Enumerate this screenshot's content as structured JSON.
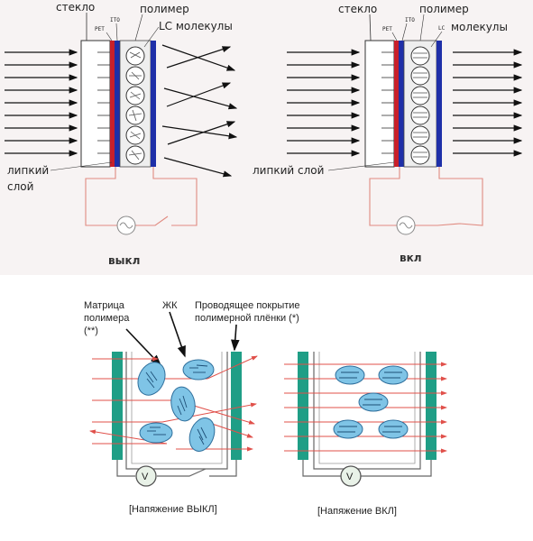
{
  "top": {
    "left": {
      "label_glass": "стекло",
      "label_pet": "PET",
      "label_ito": "ITO",
      "label_polymer": "полимер",
      "label_lc": "LC молекулы",
      "label_adhesive_1": "липкий",
      "label_adhesive_2": "слой",
      "state": "выкл"
    },
    "right": {
      "label_glass": "стекло",
      "label_pet": "PET",
      "label_ito": "ITO",
      "label_polymer": "полимер",
      "label_lc": "LC",
      "label_lc_2": "молекулы",
      "label_adhesive": "липкий слой",
      "state": "вкл"
    }
  },
  "bottom": {
    "label_matrix_1": "Матрица",
    "label_matrix_2": "полимера",
    "label_matrix_3": "(**)",
    "label_lc": "ЖК",
    "label_coating_1": "Проводящее покрытие",
    "label_coating_2": "полимерной плёнки (*)",
    "caption_off": "[Напяжение ВЫКЛ]",
    "caption_on": "[Напяжение ВКЛ]",
    "meter_symbol": "V",
    "colors": {
      "electrode": "#1f9e86",
      "droplet": "#7fc4e6",
      "ray": "#e0504a"
    }
  }
}
